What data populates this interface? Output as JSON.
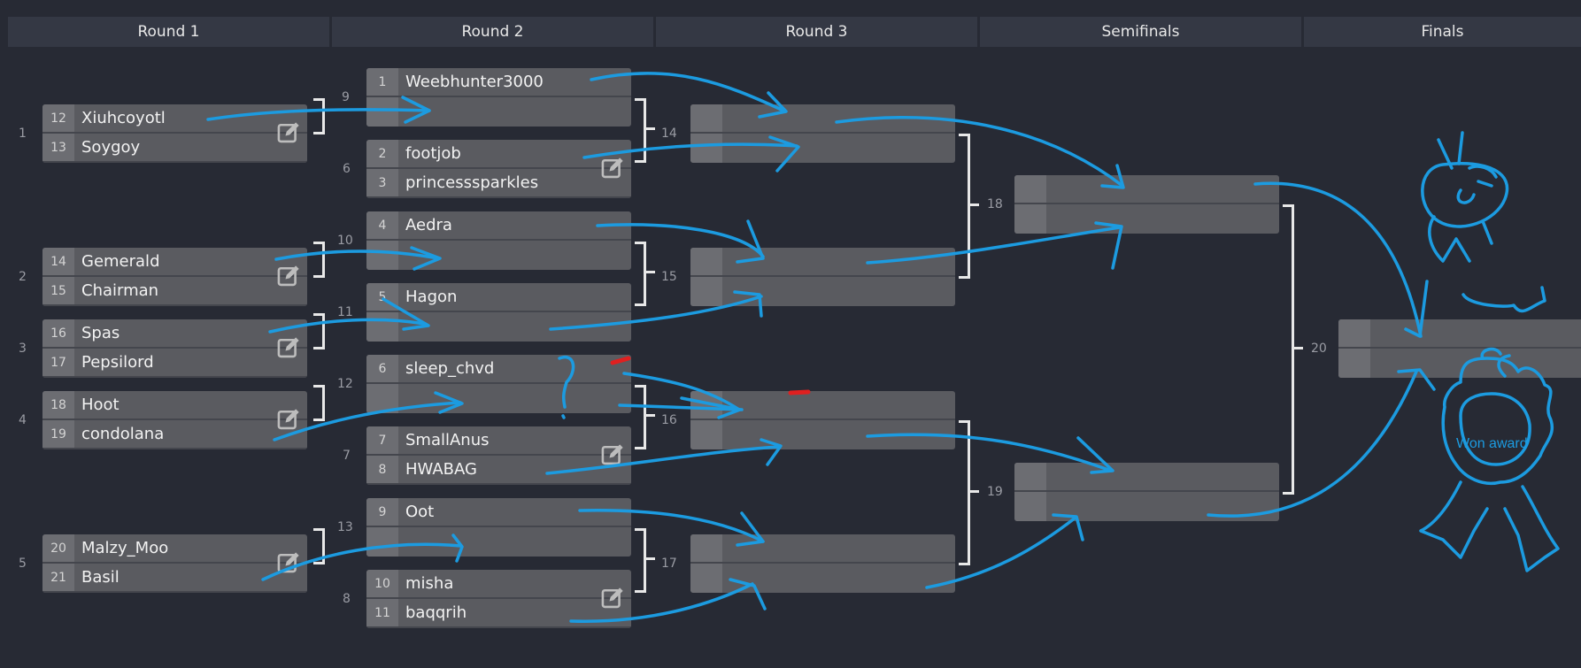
{
  "rounds": [
    "Round 1",
    "Round 2",
    "Round 3",
    "Semifinals",
    "Finals"
  ],
  "r1_numbers": [
    "1",
    "2",
    "3",
    "4",
    "5"
  ],
  "r1": [
    {
      "num": "9",
      "seeds": [
        "12",
        "13"
      ],
      "names": [
        "Xiuhcoyotl",
        "Soygoy"
      ]
    },
    {
      "num": "10",
      "seeds": [
        "14",
        "15"
      ],
      "names": [
        "Gemerald",
        "Chairman"
      ]
    },
    {
      "num": "11",
      "seeds": [
        "16",
        "17"
      ],
      "names": [
        "Spas",
        "Pepsilord"
      ]
    },
    {
      "num": "12",
      "seeds": [
        "18",
        "19"
      ],
      "names": [
        "Hoot",
        "condolana"
      ]
    },
    {
      "num": "13",
      "seeds": [
        "20",
        "21"
      ],
      "names": [
        "Malzy_Moo",
        "Basil"
      ]
    }
  ],
  "r2": [
    {
      "side": "",
      "seeds": [
        "1",
        ""
      ],
      "names": [
        "Weebhunter3000",
        ""
      ]
    },
    {
      "side": "6",
      "seeds": [
        "2",
        "3"
      ],
      "names": [
        "footjob",
        "princesssparkles"
      ]
    },
    {
      "side": "",
      "seeds": [
        "4",
        ""
      ],
      "names": [
        "Aedra",
        ""
      ]
    },
    {
      "side": "",
      "seeds": [
        "5",
        ""
      ],
      "names": [
        "Hagon",
        ""
      ]
    },
    {
      "side": "",
      "seeds": [
        "6",
        ""
      ],
      "names": [
        "sleep_chvd",
        ""
      ]
    },
    {
      "side": "7",
      "seeds": [
        "7",
        "8"
      ],
      "names": [
        "SmallAnus",
        "HWABAG"
      ]
    },
    {
      "side": "",
      "seeds": [
        "9",
        ""
      ],
      "names": [
        "Oot",
        ""
      ]
    },
    {
      "side": "8",
      "seeds": [
        "10",
        "11"
      ],
      "names": [
        "misha",
        "baqqrih"
      ]
    }
  ],
  "r2_numbers": [
    "14",
    "15",
    "16",
    "17"
  ],
  "r3_numbers": [
    "18",
    "19"
  ],
  "semi_numbers": [
    "20"
  ],
  "annotation_text": "Won award",
  "colors": {
    "background": "#272a34",
    "card": "#5a5b60",
    "seed_box": "#6c6d72",
    "ink": "#1c9be0",
    "red": "#e02020",
    "bracket": "#e8e8e8"
  },
  "icons": {
    "edit": "pencil-square-icon"
  }
}
